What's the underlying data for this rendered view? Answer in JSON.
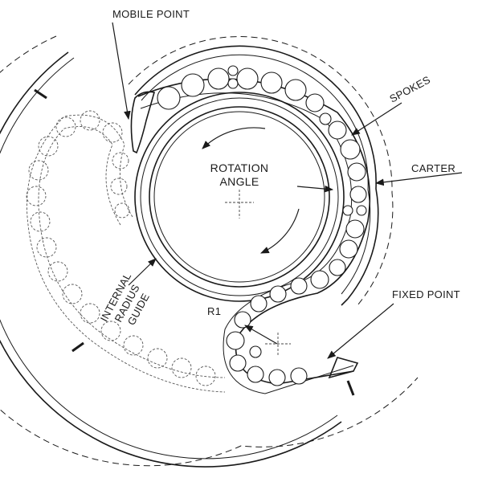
{
  "labels": {
    "mobile_point": "MOBILE POINT",
    "spokes": "SPOKES",
    "carter": "CARTER",
    "rotation_angle_line1": "ROTATION",
    "rotation_angle_line2": "ANGLE",
    "internal_radius_line1": "INTERNAL",
    "internal_radius_line2": "RADIUS",
    "internal_radius_line3": "GUIDE",
    "fixed_point": "FIXED POINT",
    "r1": "R1"
  }
}
